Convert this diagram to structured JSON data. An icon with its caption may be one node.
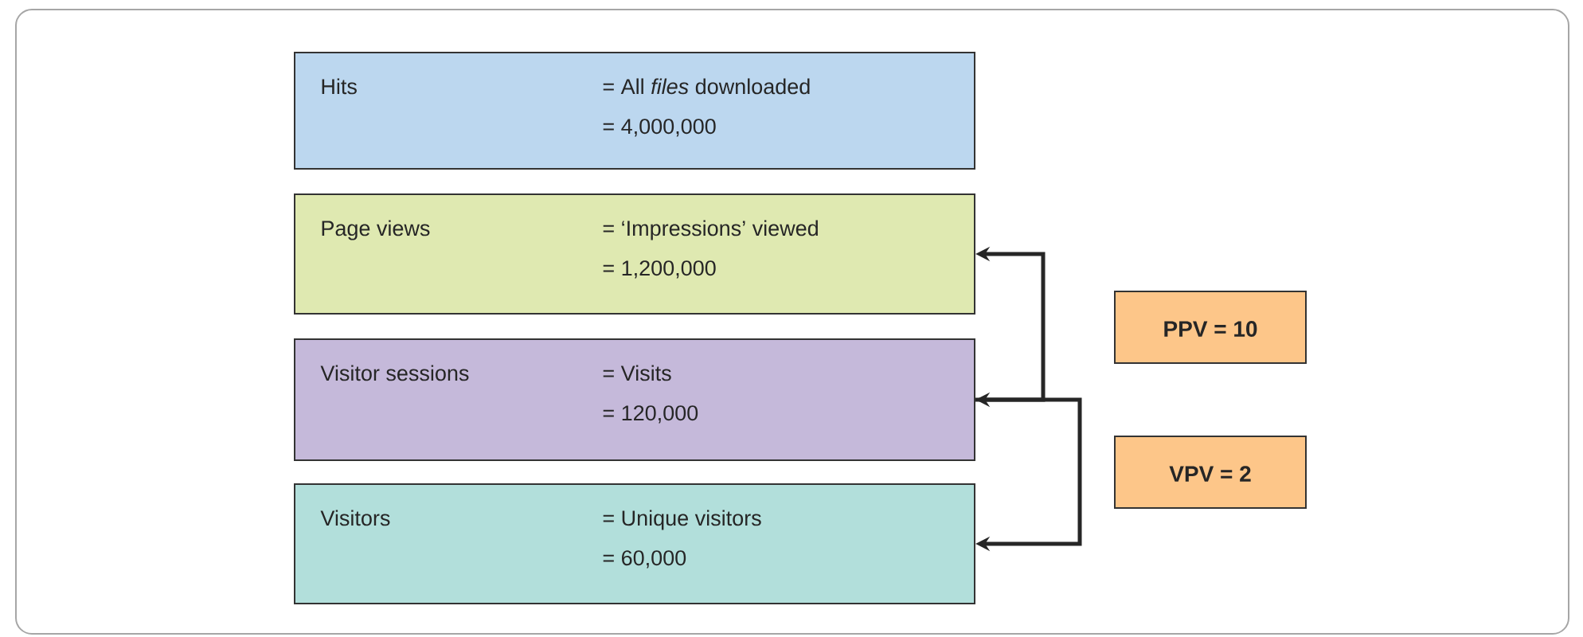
{
  "diagram": {
    "nodes": [
      {
        "text": [
          "Hits",
          "= All *files* downloaded",
          "= 4,000,000"
        ]
      },
      {
        "text": [
          "Page views",
          "= ‘Impressions’ viewed",
          "= 1,200,000"
        ]
      },
      {
        "text": [
          "Visitor sessions",
          "= Visits",
          "= 120,000"
        ]
      },
      {
        "text": [
          "Visitors",
          "= Unique visitors",
          "= 60,000"
        ]
      },
      {
        "text": [
          "PPV = 10"
        ]
      },
      {
        "text": [
          "VPV = 2"
        ]
      }
    ],
    "edges": [
      {
        "from": 2,
        "to": 1,
        "arrow": "to"
      },
      {
        "from": 2,
        "to": 3,
        "arrow": "both"
      }
    ]
  }
}
